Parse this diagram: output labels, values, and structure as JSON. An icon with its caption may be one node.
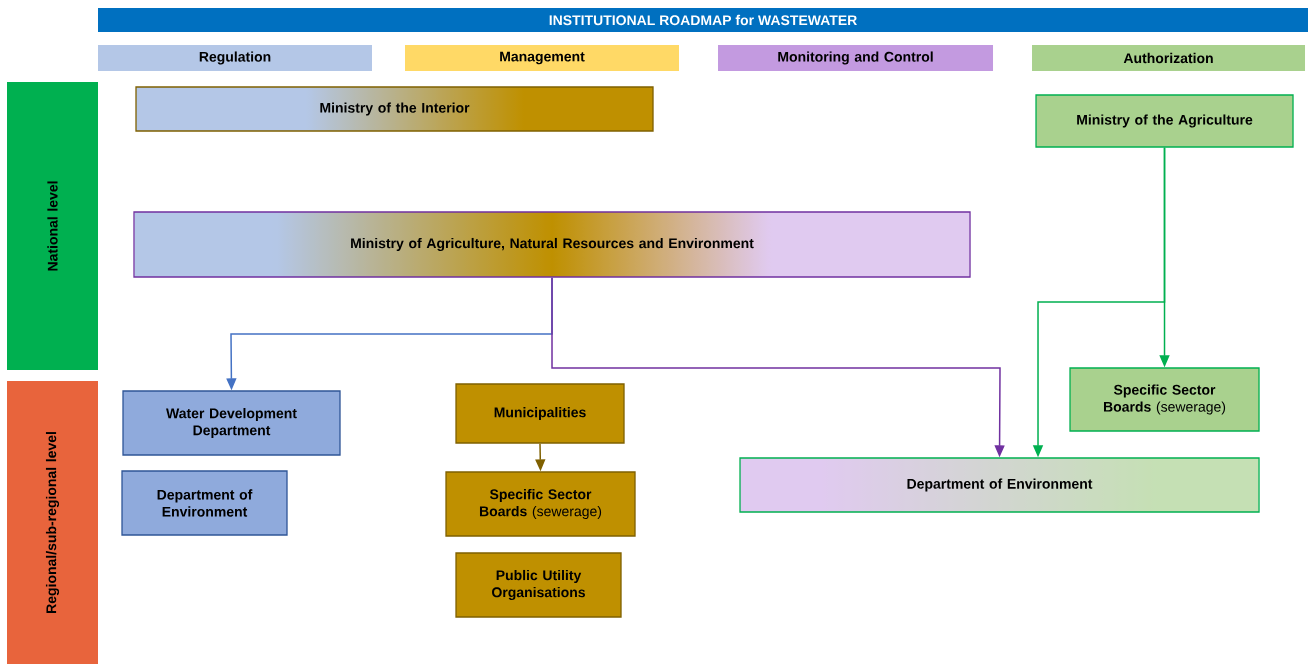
{
  "diagram": {
    "title": "INSTITUTIONAL ROADMAP for WASTEWATER",
    "nodes": [
      {
        "text": [
          "Regulation"
        ]
      },
      {
        "text": [
          "Management"
        ]
      },
      {
        "text": [
          "Monitoring and Control"
        ]
      },
      {
        "text": [
          "Authorization"
        ]
      },
      {
        "text": [
          "National level"
        ]
      },
      {
        "text": [
          "Regional/sub-regional level"
        ]
      },
      {
        "text": [
          "Ministry of the Interior"
        ]
      },
      {
        "text": [
          "Ministry of the Agriculture"
        ]
      },
      {
        "text": [
          "Ministry of Agriculture, Natural Resources and Environment"
        ]
      },
      {
        "text": [
          "**Specific Sector Boards** (sewerage)"
        ]
      },
      {
        "text": [
          "Water Development Department"
        ]
      },
      {
        "text": [
          "Municipalities"
        ]
      },
      {
        "text": [
          "Department of Environment"
        ]
      },
      {
        "text": [
          "Department of Environment"
        ]
      },
      {
        "text": [
          "**Specific Sector Boards** (sewerage)"
        ]
      },
      {
        "text": [
          "Public Utility Organisations"
        ]
      }
    ],
    "edges": [
      {
        "from": 8,
        "to": 10,
        "arrow": "to",
        "color": "#4472c4"
      },
      {
        "from": 8,
        "to": 13,
        "arrow": "to",
        "color": "#7030a0"
      },
      {
        "from": 7,
        "to": 9,
        "arrow": "to",
        "color": "#00b050"
      },
      {
        "from": 7,
        "to": 13,
        "arrow": "to",
        "color": "#00b050"
      },
      {
        "from": 11,
        "to": 14,
        "arrow": "to",
        "color": "#7f6000"
      }
    ]
  }
}
